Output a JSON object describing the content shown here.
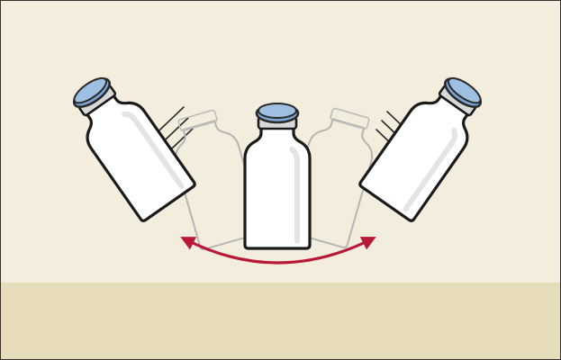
{
  "illustration": {
    "subject": "vial",
    "motion": "swirl",
    "colors": {
      "background_upper": "#f3eddd",
      "background_lower": "#e6dcb9",
      "border": "#333333",
      "vial_glass": "#ffffff",
      "vial_outline": "#1a1a1a",
      "cap_fill": "#9dbfe2",
      "cap_outline": "#2a2a2a",
      "crimp": "#d9d9d9",
      "ghost_stroke": "#b0b0b0",
      "motion_lines": "#2a2a2a",
      "arrow": "#b8193a"
    },
    "icons": [
      "tilted-vial-left",
      "upright-vial",
      "tilted-vial-right",
      "double-headed-arc-arrow",
      "motion-lines"
    ]
  }
}
